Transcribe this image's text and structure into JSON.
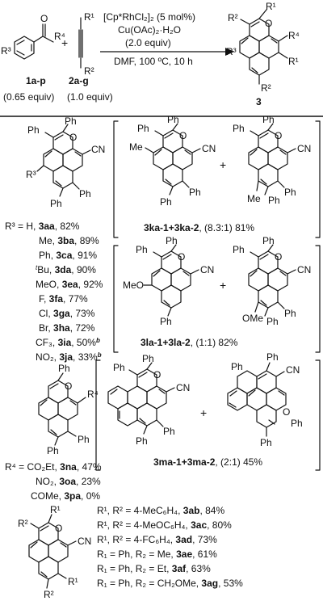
{
  "scheme": {
    "reactant1": {
      "label": "1a-p",
      "equiv": "(0.65 equiv)"
    },
    "reactant2": {
      "label": "2a-g",
      "equiv": "(1.0 equiv)"
    },
    "product": {
      "label": "3"
    },
    "conditions": {
      "catalyst": "[Cp*RhCl₂]₂ (5 mol%)",
      "oxidant": "Cu(OAc)₂·H₂O",
      "oxidant_equiv": "(2.0 equiv)",
      "solvent_temp_time": "DMF, 100 ºC, 10 h"
    },
    "atoms": {
      "o": "O",
      "r1": "R¹",
      "r2": "R²",
      "r3": "R³",
      "r4": "R⁴"
    }
  },
  "labels": {
    "ph": "Ph",
    "cn": "CN",
    "me": "Me",
    "meo": "MeO",
    "ome": "OMe",
    "o": "O",
    "r1": "R¹",
    "r2": "R²",
    "r3": "R³",
    "r4": "R⁴"
  },
  "section1": {
    "r3_prefix": "R³ = ",
    "entries": [
      {
        "sub": "H",
        "code": "3aa",
        "yield": "82%"
      },
      {
        "sub": "Me",
        "code": "3ba",
        "yield": "89%"
      },
      {
        "sub": "Ph",
        "code": "3ca",
        "yield": "91%"
      },
      {
        "sub": "Bu",
        "sub_prefix": "t",
        "code": "3da",
        "yield": "90%"
      },
      {
        "sub": "MeO",
        "code": "3ea",
        "yield": "92%"
      },
      {
        "sub": "F",
        "code": "3fa",
        "yield": "77%"
      },
      {
        "sub": "Cl",
        "code": "3ga",
        "yield": "73%"
      },
      {
        "sub": "Br",
        "code": "3ha",
        "yield": "72%"
      },
      {
        "sub": "CF₃",
        "code": "3ia",
        "yield": "50%",
        "note": "b"
      },
      {
        "sub": "NO₂",
        "code": "3ja",
        "yield": "33%",
        "note": "b"
      }
    ]
  },
  "box_ka": {
    "code": "3ka-1+3ka-2",
    "result": ", (8.3:1) 81%"
  },
  "box_la": {
    "code": "3la-1+3la-2",
    "result": ", (1:1) 82%"
  },
  "box_ma": {
    "code": "3ma-1+3ma-2",
    "result": ", (2:1) 45%"
  },
  "section2": {
    "r4_prefix": "R⁴ = ",
    "entries": [
      {
        "sub": "CO₂Et",
        "code": "3na",
        "yield": "47%"
      },
      {
        "sub": "NO₂",
        "code": "3oa",
        "yield": "23%"
      },
      {
        "sub": "COMe",
        "code": "3pa",
        "yield": "0%"
      }
    ]
  },
  "plus": "+",
  "section3": {
    "entries": [
      {
        "prefix": "R¹, R² = ",
        "sub": "4-MeC₆H₄",
        "code": "3ab",
        "yield": "84%"
      },
      {
        "prefix": "R¹, R² = ",
        "sub": "4-MeOC₆H₄",
        "code": "3ac",
        "yield": "80%"
      },
      {
        "prefix": "R¹, R² = ",
        "sub": "4-FC₆H₄",
        "code": "3ad",
        "yield": "73%"
      },
      {
        "prefix": "R₁ = Ph, R₂ = ",
        "sub": "Me",
        "code": "3ae",
        "yield": "61%"
      },
      {
        "prefix": "R₁ = Ph, R₂ = ",
        "sub": "Et",
        "code": "3af",
        "yield": "63%"
      },
      {
        "prefix": "R₁ = Ph, R₂ = ",
        "sub": "CH₂OMe",
        "code": "3ag",
        "yield": "53%"
      }
    ]
  }
}
